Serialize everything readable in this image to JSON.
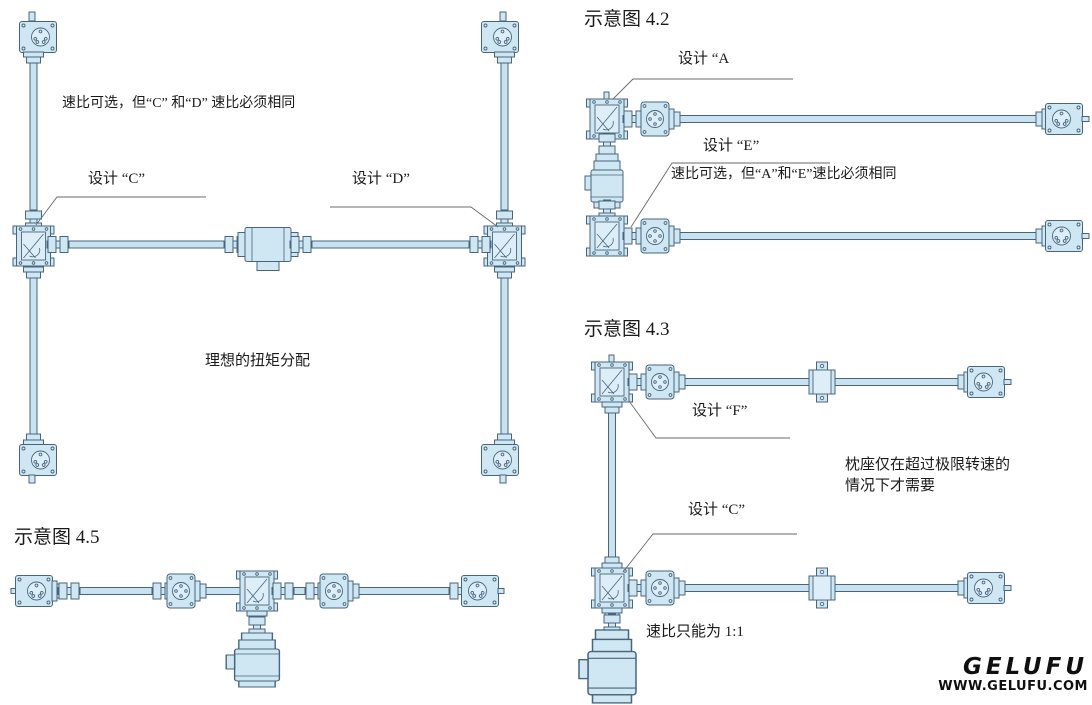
{
  "colors": {
    "comp_fill": "#cfe6f3",
    "comp_fill2": "#ddeef8",
    "comp_stroke": "#47667c",
    "shaft_fill": "#c8e2f2",
    "leader": "#6a6a6a",
    "text": "#1a1a1a",
    "logo": "#101010",
    "background": "#ffffff"
  },
  "d41": {
    "note": "速比可选，但“C” 和“D” 速比必须相同",
    "design_c": "设计 “C”",
    "design_d": "设计 “D”",
    "torque_note": "理想的扭矩分配"
  },
  "d42": {
    "title": "示意图 4.2",
    "design_a": "设计 “A",
    "design_e": "设计 “E”",
    "note": "速比可选，但“A”和“E”速比必须相同"
  },
  "d43": {
    "title": "示意图 4.3",
    "design_f": "设计 “F”",
    "pillow_note": "枕座仅在超过极限转速的\n情况下才需要",
    "design_c": "设计 “C”",
    "ratio_note": "速比只能为 1:1"
  },
  "d45": {
    "title": "示意图 4.5"
  },
  "logo": {
    "brand": "GELUFU",
    "url": "WWW.GELUFU.COM"
  }
}
